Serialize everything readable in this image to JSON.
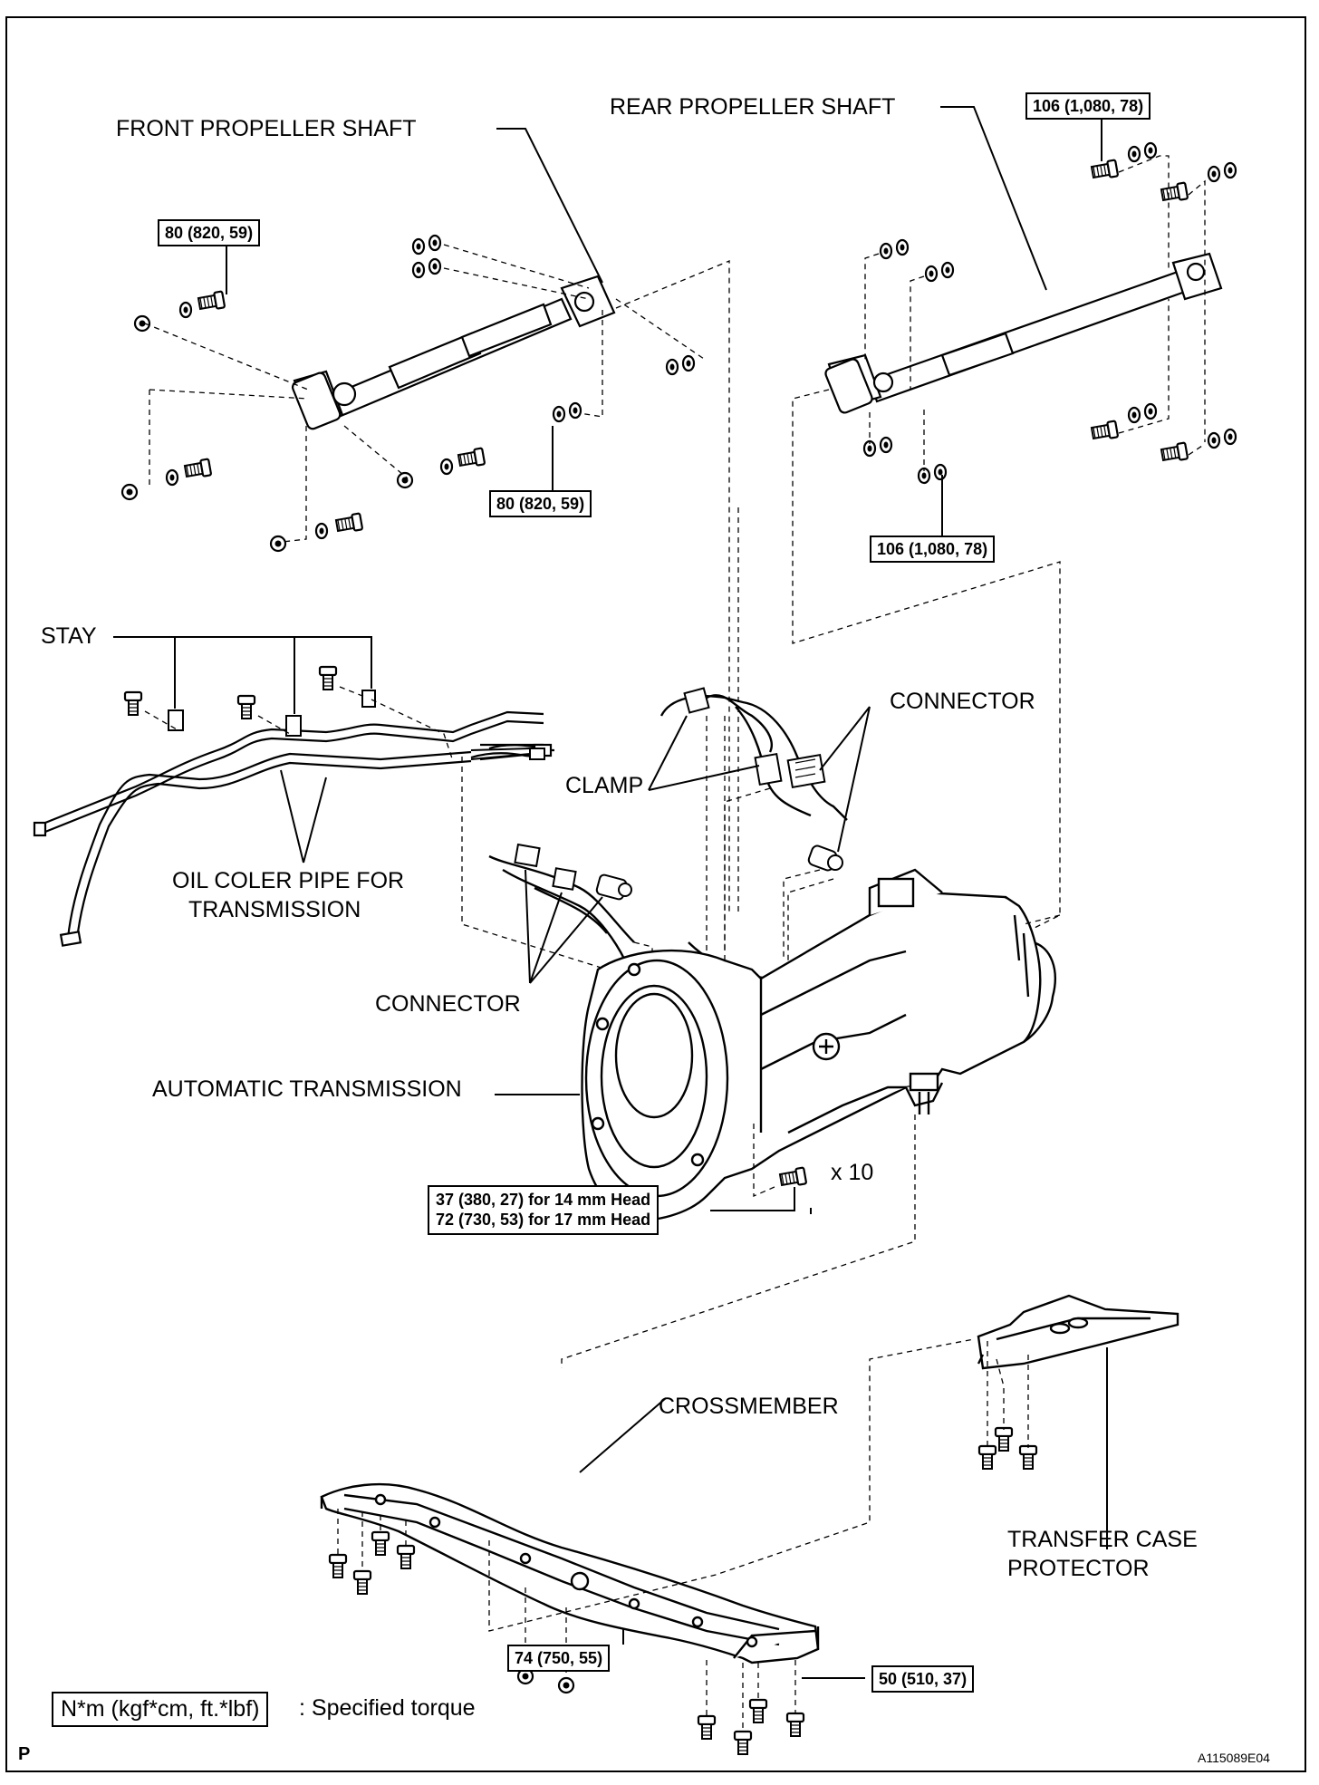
{
  "labels": {
    "front_shaft": "FRONT PROPELLER SHAFT",
    "rear_shaft": "REAR PROPELLER SHAFT",
    "stay": "STAY",
    "connector_top": "CONNECTOR",
    "clamp": "CLAMP",
    "oil_pipe_line1": "OIL COLER PIPE FOR",
    "oil_pipe_line2": "TRANSMISSION",
    "connector_bottom": "CONNECTOR",
    "automatic_transmission": "AUTOMATIC TRANSMISSION",
    "crossmember": "CROSSMEMBER",
    "transfer_line1": "TRANSFER CASE",
    "transfer_line2": "PROTECTOR",
    "bolt_count": "x 10"
  },
  "torques": {
    "front_top": "80 (820, 59)",
    "front_bottom": "80 (820, 59)",
    "rear_top": "106 (1,080, 78)",
    "rear_bottom": "106 (1,080, 78)",
    "trans_line1": "37 (380, 27) for 14 mm Head",
    "trans_line2": "72 (730, 53) for 17 mm Head",
    "crossmember": "74 (750, 55)",
    "crossmember_bolt": "50 (510, 37)"
  },
  "legend": {
    "unit_box": "N*m (kgf*cm, ft.*lbf)",
    "text": ": Specified torque"
  },
  "footer": {
    "page_mark": "P",
    "figure_id": "A115089E04"
  }
}
